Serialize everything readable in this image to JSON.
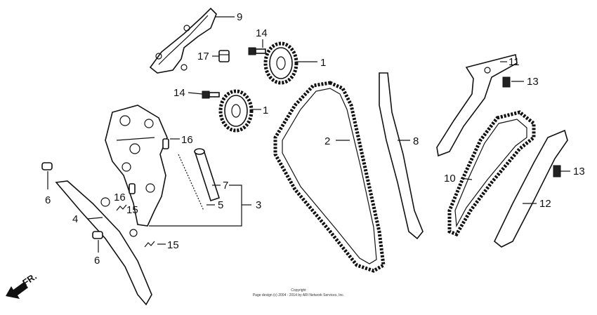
{
  "labels": {
    "p1a": "1",
    "p1b": "1",
    "p2": "2",
    "p3": "3",
    "p4": "4",
    "p5": "5",
    "p6a": "6",
    "p6b": "6",
    "p7": "7",
    "p8": "8",
    "p9": "9",
    "p10": "10",
    "p11": "11",
    "p12": "12",
    "p13a": "13",
    "p13b": "13",
    "p14a": "14",
    "p14b": "14",
    "p15a": "15",
    "p15b": "15",
    "p16a": "16",
    "p16b": "16",
    "p17": "17"
  },
  "direction": "FR.",
  "copyright": {
    "line1": "Copyright",
    "line2": "Page design (c) 2004 - 2014 by ARI Network Services, Inc."
  }
}
